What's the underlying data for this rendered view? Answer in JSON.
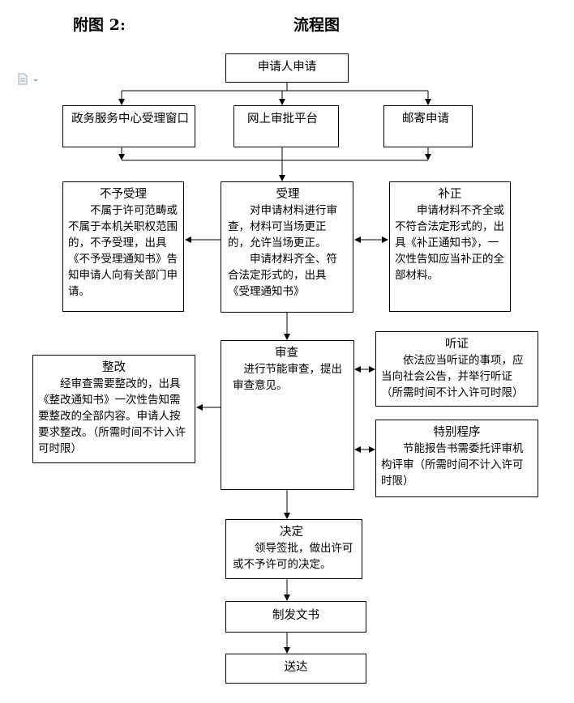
{
  "header": {
    "appendix_label": "附图 2:",
    "title": "流程图"
  },
  "nodes": {
    "apply": "申请人申请",
    "window": "政务服务中心受理窗口",
    "online": "网上审批平台",
    "mail": "邮寄申请",
    "reject": {
      "title": "不予受理",
      "body": "不属于许可范畴或不属于本机关职权范围的，不予受理，出具《不予受理通知书》告知申请人向有关部门申请。"
    },
    "accept": {
      "title": "受理",
      "body1": "对申请材料进行审查，材料可当场更正的，允许当场更正。",
      "body2": "申请材料齐全、符合法定形式的，出具《受理通知书》"
    },
    "correct": {
      "title": "补正",
      "body": "申请材料不齐全或不符合法定形式的，出具《补正通知书》，一次性告知应当补正的全部材料。"
    },
    "review": {
      "title": "审查",
      "body": "进行节能审查，提出审查意见。"
    },
    "rectify": {
      "title": "整改",
      "body": "经审查需要整改的，出具《整改通知书》一次性告知需要整改的全部内容。申请人按要求整改。（所需时间不计入许可时限）"
    },
    "hearing": {
      "title": "听证",
      "body": "依法应当听证的事项，应当向社会公告，并举行听证（所需时间不计入许可时限）"
    },
    "special": {
      "title": "特别程序",
      "body": "节能报告书需委托评审机构评审（所需时间不计入许可时限）"
    },
    "decision": {
      "title": "决定",
      "body": "领导签批，做出许可或不予许可的决定。"
    },
    "document": "制发文书",
    "deliver": "送达"
  }
}
